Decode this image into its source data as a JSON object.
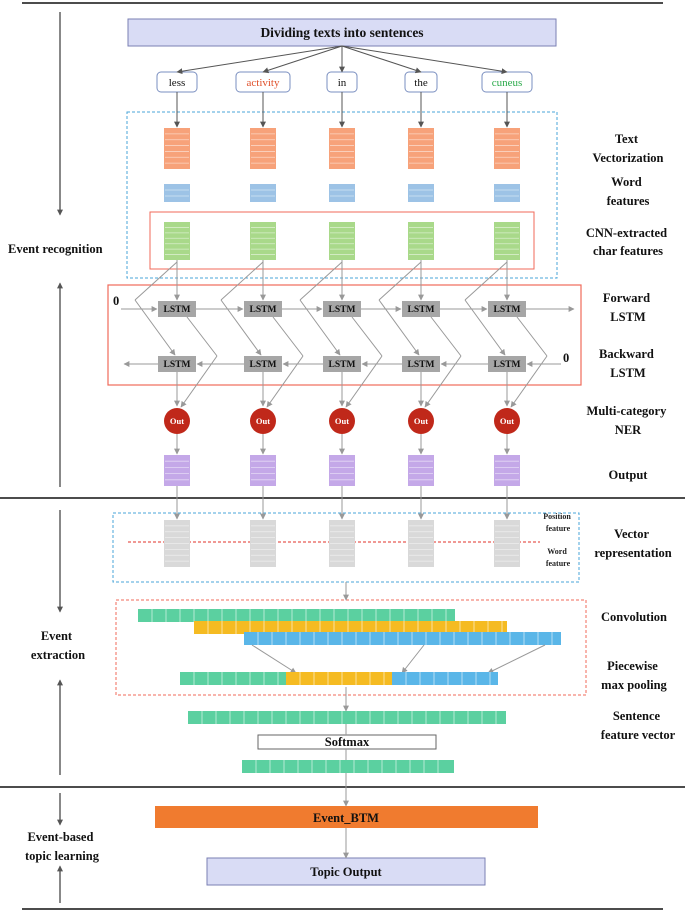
{
  "colors": {
    "header_fill": "#d9dcf5",
    "header_stroke": "#7a7fb3",
    "vector": "#f7a27a",
    "word_feature": "#9dc3e6",
    "char_feature": "#a9d98a",
    "lstm": "#a6a6a6",
    "out": "#c0281a",
    "output": "#c4a8e8",
    "position": "#d9d9d9",
    "conv_green": "#5bd0a0",
    "conv_yellow": "#f5bb22",
    "conv_blue": "#5ab6e8",
    "event_btm": "#f07b2f",
    "topic": "#d9dcf5",
    "red_box": "#f06a5a",
    "blue_box": "#4aa6d8",
    "token_green": "#2aaa4a",
    "token_red": "#e0502a"
  },
  "header": {
    "title": "Dividing texts into sentences"
  },
  "tokens": [
    {
      "text": "less",
      "color": "#111111"
    },
    {
      "text": "activity",
      "color": "#e0502a"
    },
    {
      "text": "in",
      "color": "#111111"
    },
    {
      "text": "the",
      "color": "#111111"
    },
    {
      "text": "cuneus",
      "color": "#2aaa4a"
    }
  ],
  "labels": {
    "text_vectorization": [
      "Text",
      "Vectorization"
    ],
    "word_features": [
      "Word",
      "features"
    ],
    "cnn_char": [
      "CNN-extracted",
      "char features"
    ],
    "forward_lstm": [
      "Forward",
      "LSTM"
    ],
    "backward_lstm": [
      "Backward",
      "LSTM"
    ],
    "ner": [
      "Multi-category",
      "NER"
    ],
    "output": [
      "Output"
    ],
    "vector_repr": [
      "Vector",
      "representation"
    ],
    "convolution": [
      "Convolution"
    ],
    "pooling": [
      "Piecewise",
      "max pooling"
    ],
    "sentence_vec": [
      "Sentence",
      "feature vector"
    ]
  },
  "side_labels": {
    "event_recognition": [
      "Event recognition"
    ],
    "event_extraction": [
      "Event",
      "extraction"
    ],
    "topic_learning": [
      "Event-based",
      "topic learning"
    ]
  },
  "lstm_label": "LSTM",
  "out_label": "Out",
  "zero_label": "0",
  "position_feature": [
    "Position",
    "feature"
  ],
  "word_feature_small": [
    "Word",
    "feature"
  ],
  "softmax": "Softmax",
  "event_btm": "Event_BTM",
  "topic_output": "Topic Output"
}
